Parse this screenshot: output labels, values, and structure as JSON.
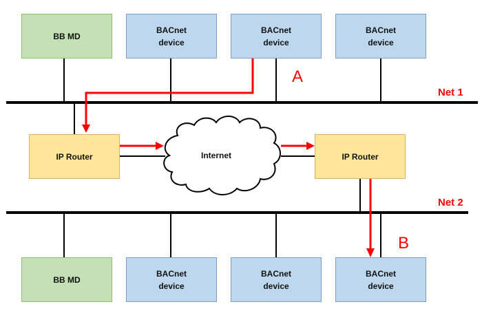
{
  "diagram": {
    "networks": [
      {
        "id": "net1",
        "label": "Net 1"
      },
      {
        "id": "net2",
        "label": "Net 2"
      }
    ],
    "top_devices": [
      {
        "label": "BB MD",
        "type": "bbmd"
      },
      {
        "label": "BACnet device",
        "type": "bacnet"
      },
      {
        "label": "BACnet device",
        "type": "bacnet"
      },
      {
        "label": "BACnet device",
        "type": "bacnet"
      }
    ],
    "bottom_devices": [
      {
        "label": "BB MD",
        "type": "bbmd"
      },
      {
        "label": "BACnet device",
        "type": "bacnet"
      },
      {
        "label": "BACnet device",
        "type": "bacnet"
      },
      {
        "label": "BACnet device",
        "type": "bacnet"
      }
    ],
    "routers": [
      {
        "label": "IP Router"
      },
      {
        "label": "IP Router"
      }
    ],
    "cloud": {
      "label": "Internet"
    },
    "markers": {
      "source": "A",
      "destination": "B"
    },
    "colors": {
      "path": "#ff0000",
      "bbmd_fill": "#c5e0b4",
      "device_fill": "#bdd7ee",
      "router_fill": "#ffe699",
      "net_label": "#ff0000"
    }
  }
}
